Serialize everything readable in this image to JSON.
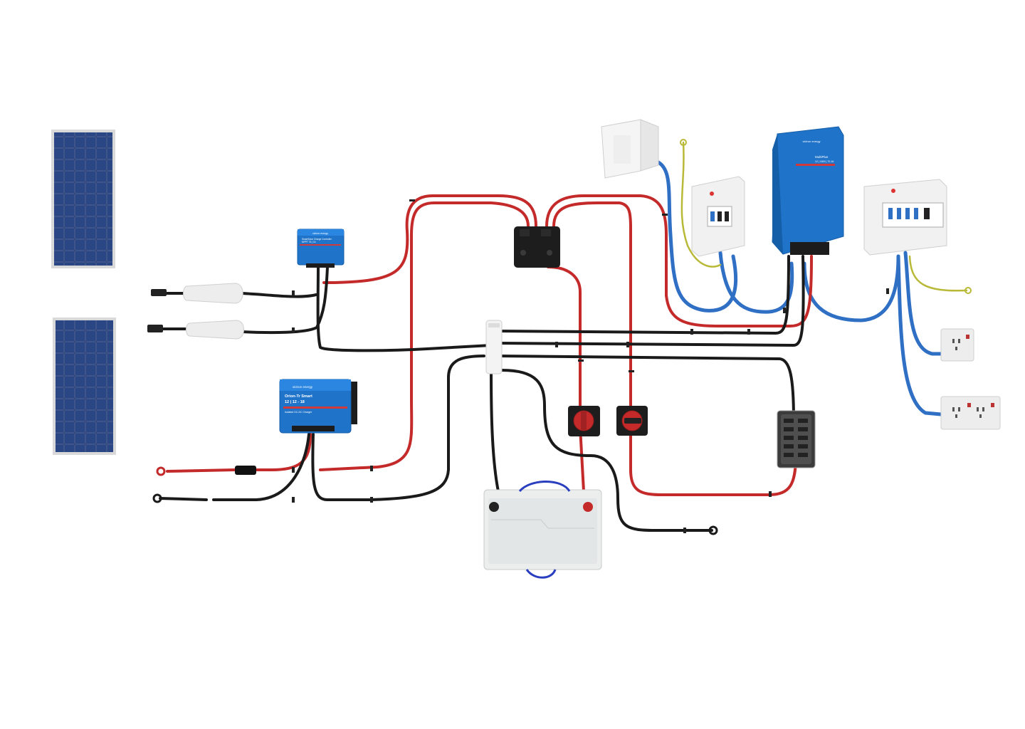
{
  "mppt_small": {
    "brand": "victron energy",
    "model": "SmartSolar Charge Controller",
    "spec": "MPPT 75 | 15"
  },
  "dcdc": {
    "brand": "victron energy",
    "model": "Orion-Tr Smart",
    "spec": "12 | 12 - 18",
    "sub": "Isolated DC-DC Charger"
  },
  "inverter": {
    "brand": "victron energy",
    "model": "MultiPlus",
    "spec": "12 | 1600 | 70-16"
  },
  "colors": {
    "red_cable": "#c42a2a",
    "black_cable": "#1a1a1a",
    "blue_cable": "#2f6fc4",
    "earth_cable": "#c2c23a",
    "victron_blue": "#1f73c9",
    "panel_blue": "#1c2f5e"
  }
}
